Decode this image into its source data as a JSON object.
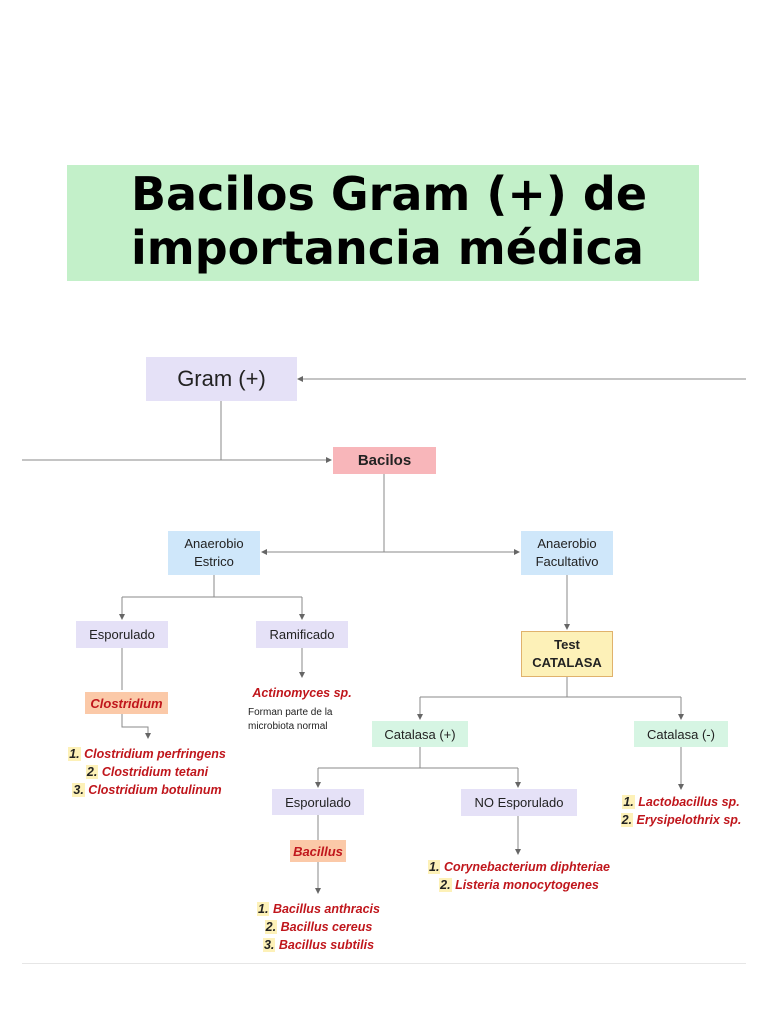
{
  "title": {
    "line1": "Bacilos Gram (+) de",
    "line2": "importancia médica"
  },
  "nodes": {
    "gram": "Gram (+)",
    "bacilos": "Bacilos",
    "anaerobio_estricto": {
      "line1": "Anaerobio",
      "line2": "Estrico"
    },
    "anaerobio_facultativo": {
      "line1": "Anaerobio",
      "line2": "Facultativo"
    },
    "esporulado_left": "Esporulado",
    "ramificado": "Ramificado",
    "test_catalasa": {
      "line1": "Test",
      "line2": "CATALASA"
    },
    "clostridium": "Clostridium",
    "actinomyces": "Actinomyces sp.",
    "actinomyces_note": {
      "line1": "Forman parte de la",
      "line2": "microbiota normal"
    },
    "catalasa_pos": "Catalasa (+)",
    "catalasa_neg": "Catalasa (-)",
    "esporulado_mid": "Esporulado",
    "no_esporulado": "NO Esporulado",
    "bacillus": "Bacillus"
  },
  "lists": {
    "clostridium": [
      {
        "num": "1.",
        "name": "Clostridium perfringens"
      },
      {
        "num": "2.",
        "name": "Clostridium tetani"
      },
      {
        "num": "3.",
        "name": "Clostridium botulinum"
      }
    ],
    "catalasa_neg": [
      {
        "num": "1.",
        "name": "Lactobacillus sp."
      },
      {
        "num": "2.",
        "name": "Erysipelothrix sp."
      }
    ],
    "no_esporulado": [
      {
        "num": "1.",
        "name": "Corynebacterium diphteriae"
      },
      {
        "num": "2.",
        "name": "Listeria monocytogenes"
      }
    ],
    "bacillus": [
      {
        "num": "1.",
        "name": "Bacillus anthracis"
      },
      {
        "num": "2.",
        "name": "Bacillus cereus"
      },
      {
        "num": "3.",
        "name": "Bacillus subtilis"
      }
    ]
  },
  "colors": {
    "title_bg": "#c3f0c9",
    "gram_bg": "#e5e1f7",
    "bacilos_bg": "#f8b6ba",
    "anaerobio_bg": "#cfe7fa",
    "catalasa_test_bg": "#fdf1b8",
    "catalasa_neg_bg": "#d6f5e3",
    "species_text": "#c0161c"
  }
}
